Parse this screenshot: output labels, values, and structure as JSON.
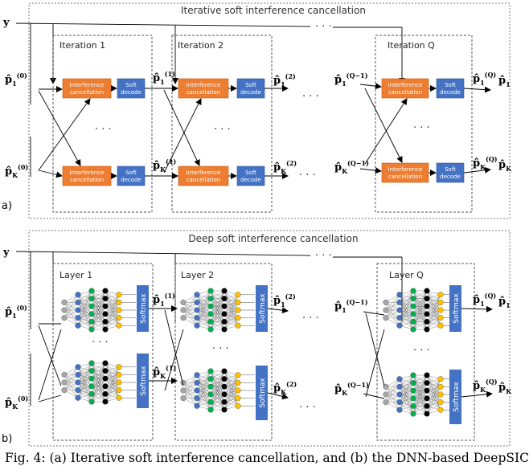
{
  "panel_a": {
    "title": "Iterative soft interference cancellation",
    "label": "a)",
    "input": "y",
    "blocks": [
      {
        "title": "Iteration 1",
        "in_sup": "(0)",
        "out_sup": "(1)"
      },
      {
        "title": "Iteration 2",
        "in_sup": "(1)",
        "out_sup": "(2)"
      },
      {
        "title": "Iteration Q",
        "in_sup": "(Q−1)",
        "out_sup": "(Q)"
      }
    ],
    "ic_line1": "Interference",
    "ic_line2": "cancellation",
    "sd_line1": "Soft",
    "sd_line2": "decode"
  },
  "panel_b": {
    "title": "Deep soft interference cancellation",
    "label": "b)",
    "input": "y",
    "blocks": [
      {
        "title": "Layer 1",
        "in_sup": "(0)",
        "out_sup": "(1)"
      },
      {
        "title": "Layer 2",
        "in_sup": "(1)",
        "out_sup": "(2)"
      },
      {
        "title": "Layer Q",
        "in_sup": "(Q−1)",
        "out_sup": "(Q)"
      }
    ],
    "softmax": "Softmax"
  },
  "symbols": {
    "p": "p̂",
    "sub1": "1",
    "subK": "K",
    "dots": "· · ·",
    "vdots": "· · ·"
  },
  "caption": "Fig. 4: (a) Iterative soft interference cancellation, and (b) the DNN-based DeepSIC",
  "colors": {
    "ic_block": "#ED7D31",
    "sd_block": "#4472C4",
    "softmax": "#4472C4",
    "node_blue": "#4472C4",
    "node_green": "#00B050",
    "node_yellow": "#FFC000",
    "node_black": "#000000",
    "node_gray": "#A6A6A6"
  }
}
